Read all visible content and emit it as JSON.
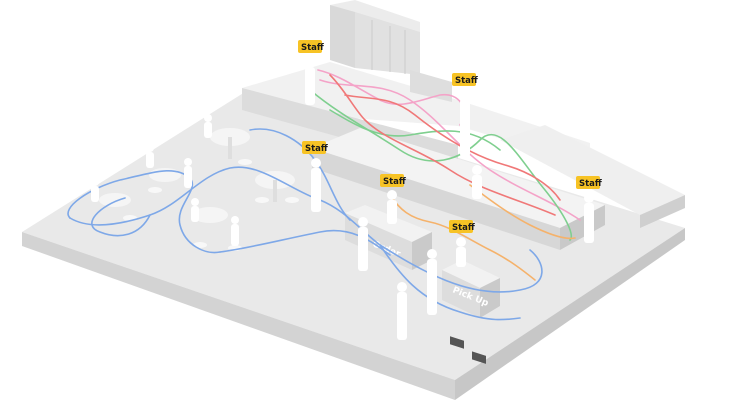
{
  "staff_tag_label": "Staff",
  "staff_tags": [
    {
      "id": "staff-tag-back-left",
      "text": "Staff"
    },
    {
      "id": "staff-tag-back-right",
      "text": "Staff"
    },
    {
      "id": "staff-tag-floor",
      "text": "Staff"
    },
    {
      "id": "staff-tag-order-counter",
      "text": "Staff"
    },
    {
      "id": "staff-tag-pickup-counter",
      "text": "Staff"
    },
    {
      "id": "staff-tag-right-end",
      "text": "Staff"
    }
  ],
  "counters": {
    "order_label": "Order",
    "pickup_label": "Pick Up"
  },
  "colors": {
    "tag_fill": "#f7c325",
    "customer_path": "#7ea8e8",
    "staff_path_orange": "#f5b26b",
    "staff_path_pink": "#f4a3c8",
    "staff_path_green": "#7fcf8f",
    "staff_path_red": "#f07878",
    "floor_top": "#e8e8e8",
    "floor_side": "#d2d2d2"
  },
  "legend": []
}
